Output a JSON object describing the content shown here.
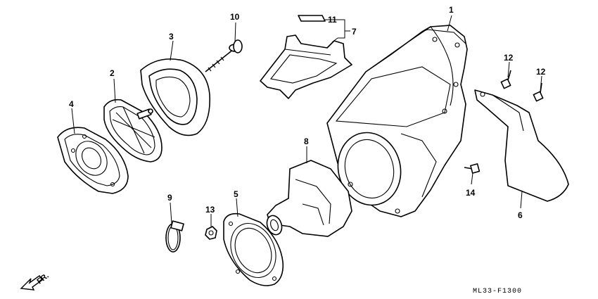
{
  "diagram": {
    "callouts": {
      "c1": "1",
      "c2": "2",
      "c3": "3",
      "c4": "4",
      "c5": "5",
      "c6": "6",
      "c7": "7",
      "c8": "8",
      "c9": "9",
      "c10": "10",
      "c11": "11",
      "c12a": "12",
      "c12b": "12",
      "c13": "13",
      "c14": "14"
    },
    "direction_label": "FR.",
    "drawing_code": "ML33-F1300"
  }
}
